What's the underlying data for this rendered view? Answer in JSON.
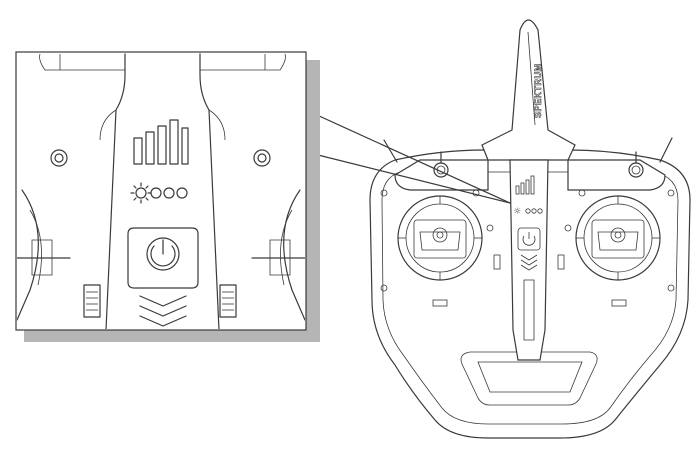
{
  "brand": {
    "text": "SPEKTRUM"
  },
  "callout": {
    "status_led_count": 4,
    "active_led_index": 0,
    "signal_bar_count": 4
  },
  "icons": {
    "power": "power-icon",
    "signal": "signal-bars-icon",
    "leds": "status-led-icon",
    "chevrons": "chevron-down-icon"
  },
  "colors": {
    "line": "#3a3a3a",
    "shadow": "#b5b5b5",
    "background": "#ffffff"
  }
}
